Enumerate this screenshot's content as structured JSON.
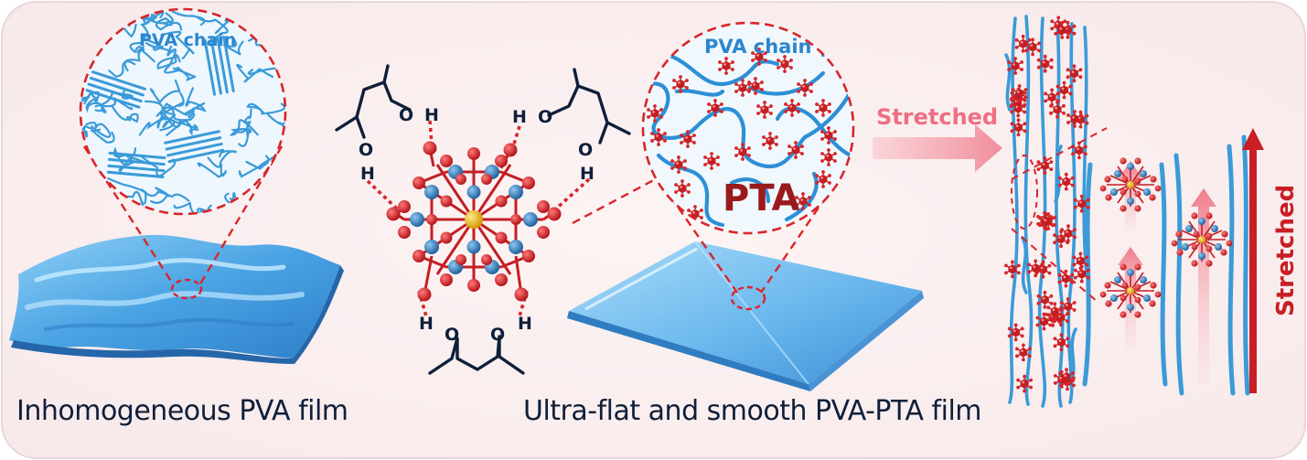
{
  "labels": {
    "pva_chain_left": "PVA chain",
    "pva_chain_right": "PVA chain",
    "pta": "PTA",
    "stretched_horizontal": "Stretched",
    "stretched_vertical": "Stretched",
    "caption_left": "Inhomogeneous PVA film",
    "caption_middle": "Ultra-flat and smooth PVA-PTA film"
  },
  "molecule_labels": {
    "top_left_o": "O",
    "top_left_h": "H",
    "left_o": "O",
    "left_h": "H",
    "top_right_h": "H",
    "top_right_o": "O",
    "right_o": "O",
    "right_h": "H",
    "bottom_left_h": "H",
    "bottom_left_o": "O",
    "bottom_right_o": "O",
    "bottom_right_h": "H"
  },
  "colors": {
    "pva_blue": "#3b9ad8",
    "film_blue": "#5fb0ea",
    "oxygen_red": "#d8252a",
    "metal_blue": "#3a86c8",
    "center_yellow": "#f2c21a",
    "zoom_dash": "#d8252a",
    "arrow_pink": "#f4a3ad",
    "pta_text": "#9a1a1e",
    "stretched_red": "#c81e24"
  }
}
